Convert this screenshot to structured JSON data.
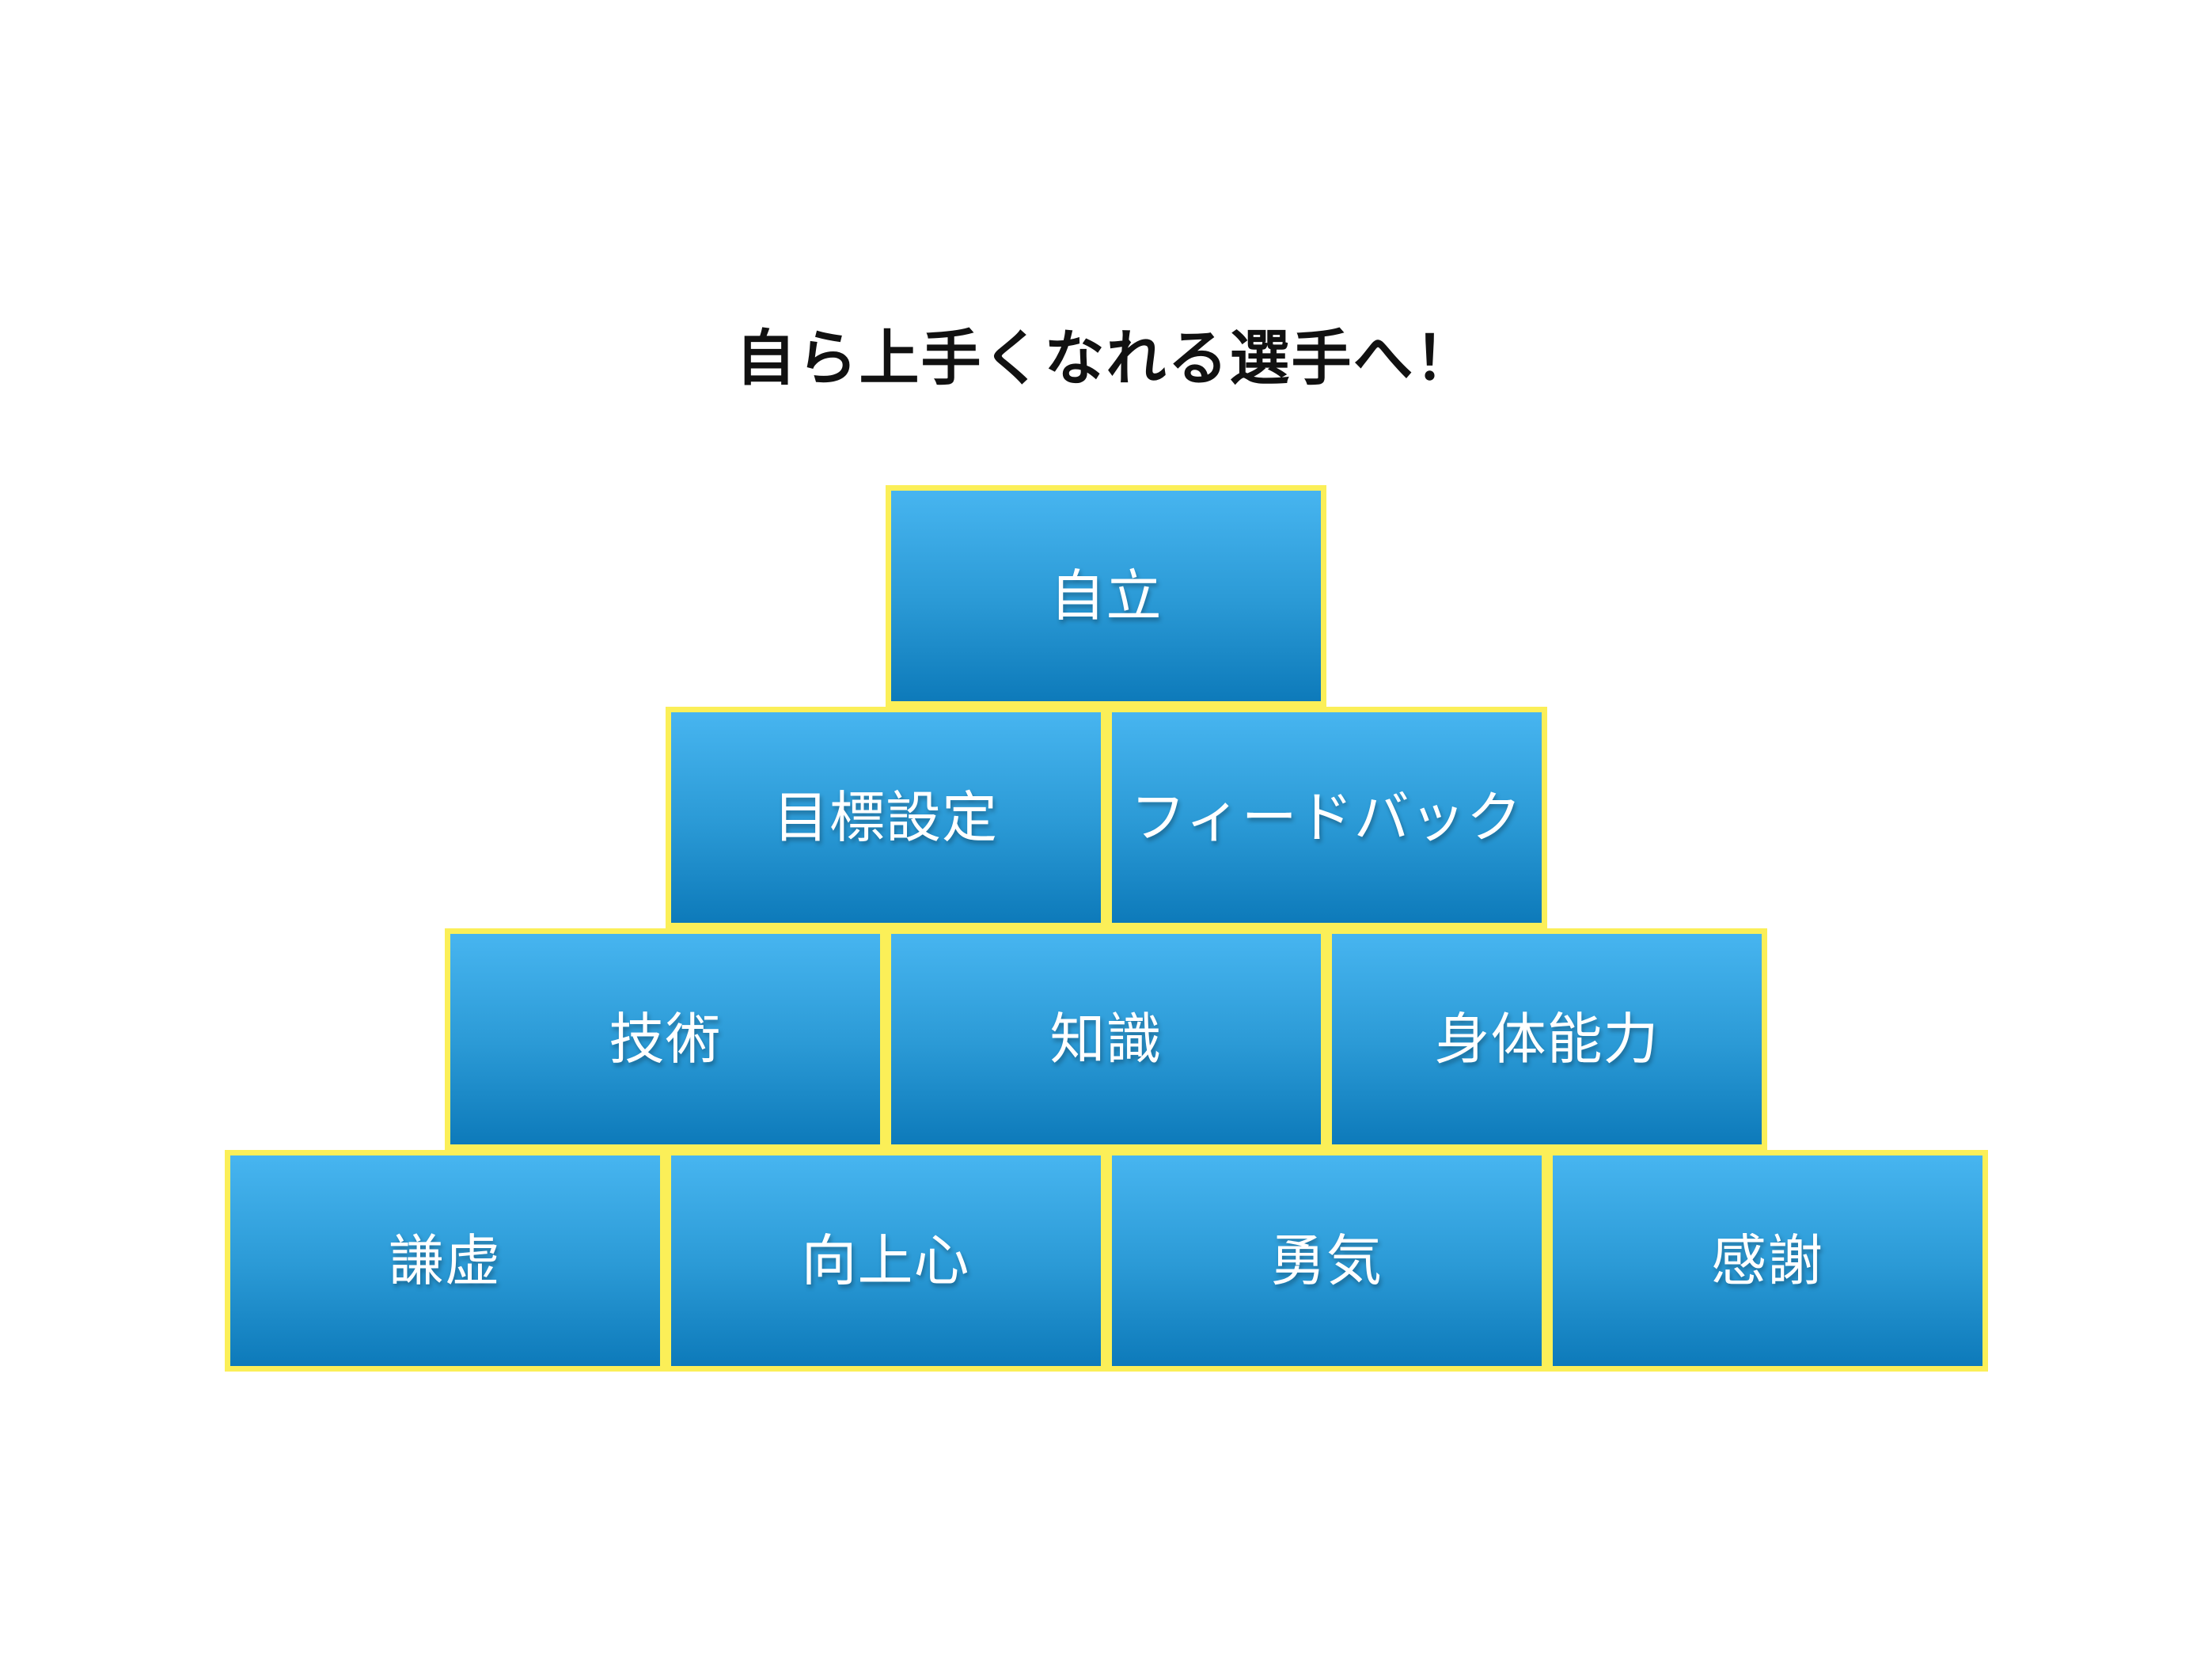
{
  "title": "自ら上手くなれる選手へ！",
  "colors": {
    "background": "#ffffff",
    "block_border": "#fbef58",
    "block_gradient_top": "#47b5f0",
    "block_gradient_mid": "#2b9ad6",
    "block_gradient_bottom": "#0d7aba",
    "title_text": "#111111",
    "block_text": "#ffffff"
  },
  "pyramid": {
    "rows": [
      {
        "blocks": [
          {
            "label": "自立"
          }
        ]
      },
      {
        "blocks": [
          {
            "label": "目標設定"
          },
          {
            "label": "フィードバック"
          }
        ]
      },
      {
        "blocks": [
          {
            "label": "技術"
          },
          {
            "label": "知識"
          },
          {
            "label": "身体能力"
          }
        ]
      },
      {
        "blocks": [
          {
            "label": "謙虚"
          },
          {
            "label": "向上心"
          },
          {
            "label": "勇気"
          },
          {
            "label": "感謝"
          }
        ]
      }
    ]
  }
}
